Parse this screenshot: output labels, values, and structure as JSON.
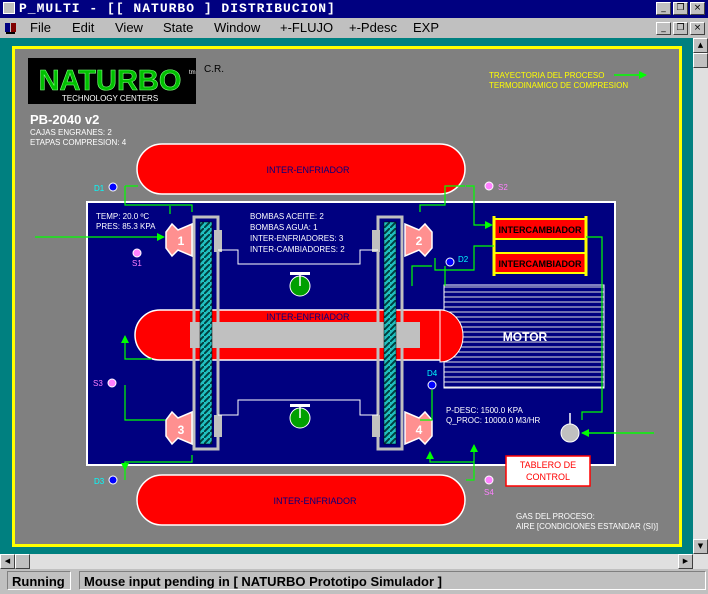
{
  "window": {
    "title": "P_MULTI - [[ NATURBO ] DISTRIBUCION]",
    "controls": {
      "minimize": "_",
      "restore": "❐",
      "close": "×"
    }
  },
  "menu": {
    "items": [
      "File",
      "Edit",
      "View",
      "State",
      "Window",
      "+-FLUJO",
      "+-Pdesc",
      "EXP"
    ]
  },
  "diagram": {
    "logo": {
      "brand": "NATURBO",
      "tm": "tm",
      "subtitle": "TECHNOLOGY CENTERS",
      "cr": "C.R."
    },
    "info": {
      "model": "PB-2040 v2",
      "gearboxes": "CAJAS ENGRANES: 2",
      "stages": "ETAPAS COMPRESION: 4"
    },
    "legend": {
      "line1": "TRAYECTORIA DEL PROCESO",
      "line2": "TERMODINAMICO DE COMPRESION"
    },
    "intercooler_label": "INTER-ENFRIADOR",
    "inlet": {
      "temp": "TEMP:  20.0 ºC",
      "pres": "PRES:  85.3 KPA"
    },
    "counts": {
      "oil_pumps": "BOMBAS ACEITE: 2",
      "water_pumps": "BOMBAS AGUA:  1",
      "intercoolers": "INTER-ENFRIADORES: 3",
      "interexchangers": "INTER-CAMBIADORES: 2"
    },
    "exchanger_label": "INTERCAMBIADOR",
    "motor_label": "MOTOR",
    "discharge": {
      "p_desc": "P-DESC:   1500.0 KPA",
      "q_proc": "Q_PROC:   10000.0 M3/HR"
    },
    "panel": {
      "line1": "TABLERO DE",
      "line2": "CONTROL"
    },
    "gas": {
      "line1": "GAS DEL PROCESO:",
      "line2": "AIRE [CONDICIONES ESTANDAR (SI)]"
    },
    "stage_numbers": [
      "1",
      "2",
      "3",
      "4"
    ],
    "sensor_labels": {
      "d1": "D1",
      "d2": "D2",
      "d3": "D3",
      "d4": "D4",
      "s1": "S1",
      "s2": "S2",
      "s3": "S3",
      "s4": "S4"
    }
  },
  "status": {
    "mode": "Running",
    "message": "Mouse  input  pending in   [ NATURBO Prototipo Simulador ]"
  },
  "colors": {
    "title_bar": "#000080",
    "background": "#008080",
    "frame": "#ffff00",
    "panel": "#808080",
    "flow": "#00ff00",
    "vessel": "#ff0000",
    "machine_base": "#000080"
  }
}
